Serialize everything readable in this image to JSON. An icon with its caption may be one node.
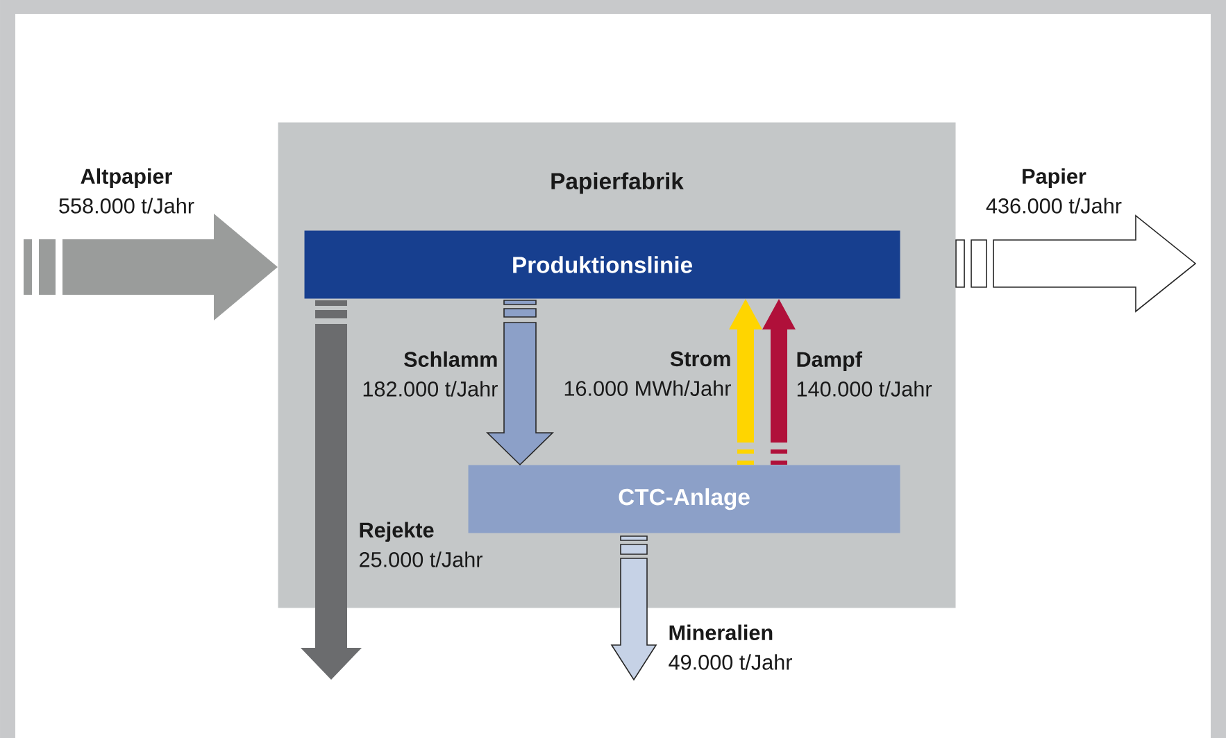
{
  "diagram": {
    "nodes": [
      {
        "text": [
          "Papierfabrik"
        ]
      },
      {
        "text": [
          "Produktionslinie"
        ],
        "in": 0
      },
      {
        "text": [
          "CTC-Anlage"
        ],
        "in": 0
      }
    ],
    "edges": [
      {
        "from": null,
        "to": 0,
        "arrow": "to",
        "label": "**Altpapier** 558.000 t/Jahr",
        "style": "thick",
        "color": "#9a9c9b"
      },
      {
        "from": 0,
        "to": null,
        "arrow": "to",
        "label": "**Papier** 436.000 t/Jahr",
        "style": "thick",
        "color": "#ffffff"
      },
      {
        "from": 1,
        "to": null,
        "arrow": "to",
        "label": "**Rejekte** 25.000 t/Jahr",
        "style": "thick",
        "color": "#6b6c6e"
      },
      {
        "from": 1,
        "to": 2,
        "arrow": "to",
        "label": "**Schlamm** 182.000 t/Jahr",
        "style": "thick",
        "color": "#8ca0c8"
      },
      {
        "from": 2,
        "to": 1,
        "arrow": "to",
        "label": "**Strom** 16.000 MWh/Jahr",
        "style": "thick",
        "color": "#ffd500"
      },
      {
        "from": 2,
        "to": 1,
        "arrow": "to",
        "label": "**Dampf** 140.000 t/Jahr",
        "style": "thick",
        "color": "#b0103a"
      },
      {
        "from": 2,
        "to": null,
        "arrow": "to",
        "label": "**Mineralien** 49.000 t/Jahr",
        "style": "thick",
        "color": "#c6d2e6"
      }
    ]
  }
}
